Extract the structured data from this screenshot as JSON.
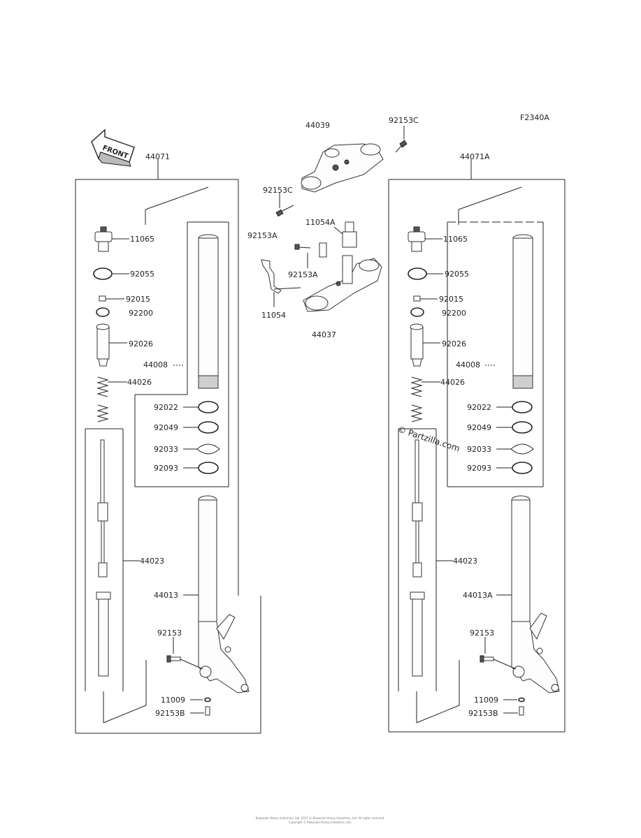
{
  "diagram_code": "F2340A",
  "front_label": "FRONT",
  "watermark": "© Partzilla.com",
  "footer": {
    "line1": "Kawasaki Heavy Industries, Ltd. 2017 © Kawasaki Heavy Industries, Ltd. All rights reserved.",
    "line2": "Copyright © Kawasaki Heavy Industries, Ltd."
  },
  "top_parts": {
    "upper_bracket": "44039",
    "bolt_top": "92153C",
    "bolt_left": "92153C",
    "stem": "11054A",
    "bolt_a1": "92153A",
    "bolt_a2": "92153A",
    "bracket_small": "11054",
    "lower_bracket": "44037"
  },
  "left_fork": {
    "assembly": "44071",
    "cap_bolt": "11065",
    "oring": "92055",
    "nut": "92015",
    "washer": "92200",
    "collar": "92026",
    "spring": "44026",
    "outer_tube": "44008",
    "seal_1": "92022",
    "oil_seal": "92049",
    "clip": "92033",
    "dust_seal": "92093",
    "cylinder": "44023",
    "inner_tube": "44013",
    "bolt": "92153",
    "gasket": "11009",
    "drain_bolt": "92153B"
  },
  "right_fork": {
    "assembly": "44071A",
    "cap_bolt": "11065",
    "oring": "92055",
    "nut": "92015",
    "washer": "92200",
    "collar": "92026",
    "spring": "44026",
    "outer_tube": "44008",
    "seal_1": "92022",
    "oil_seal": "92049",
    "clip": "92033",
    "dust_seal": "92093",
    "cylinder": "44023",
    "inner_tube": "44013A",
    "bolt": "92153",
    "gasket": "11009",
    "drain_bolt": "92153B"
  }
}
